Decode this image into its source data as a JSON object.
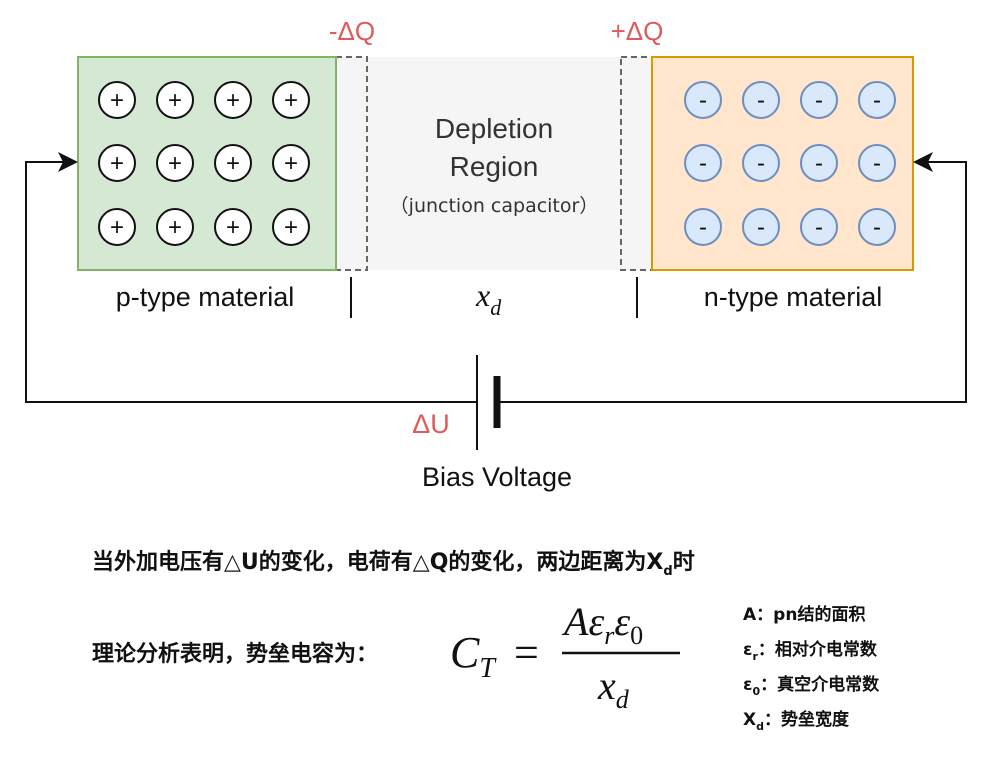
{
  "diagram": {
    "minus_dq": "-ΔQ",
    "plus_dq": "+ΔQ",
    "depletion_line1": "Depletion",
    "depletion_line2": "Region",
    "depletion_sub": "（junction capacitor）",
    "p_label": "p-type material",
    "n_label": "n-type material",
    "xd_base": "x",
    "xd_sub": "d",
    "delta_u": "ΔU",
    "bias_label": "Bias Voltage",
    "plus_symbol": "+",
    "minus_symbol": "-",
    "colors": {
      "p_fill": "#d5e8d4",
      "p_stroke": "#82b366",
      "n_fill": "#ffe6cc",
      "n_stroke": "#d79b00",
      "depletion_fill": "#f5f5f5",
      "ion_n_fill": "#dae8fc",
      "ion_n_stroke": "#6c8ebf",
      "accent_red": "#e05a5a"
    }
  },
  "text": {
    "line1_a": "当外加电压有△U的变化，电荷有△Q的变化，两边距离为X",
    "line1_sub": "d",
    "line1_b": "时",
    "line2": "理论分析表明，势垒电容为："
  },
  "formula": {
    "lhs_base": "C",
    "lhs_sub": "T",
    "equals": "=",
    "num_A": "A",
    "num_eps": "ε",
    "num_sub_r": "r",
    "num_sub_0": "0",
    "den_base": "x",
    "den_sub": "d"
  },
  "legend": [
    {
      "symbol": "A",
      "sub": "",
      "desc": "：pn结的面积"
    },
    {
      "symbol": "ε",
      "sub": "r",
      "desc": "：相对介电常数"
    },
    {
      "symbol": "ε",
      "sub": "0",
      "desc": "：真空介电常数"
    },
    {
      "symbol": "X",
      "sub": "d",
      "desc": "：势垒宽度"
    }
  ]
}
